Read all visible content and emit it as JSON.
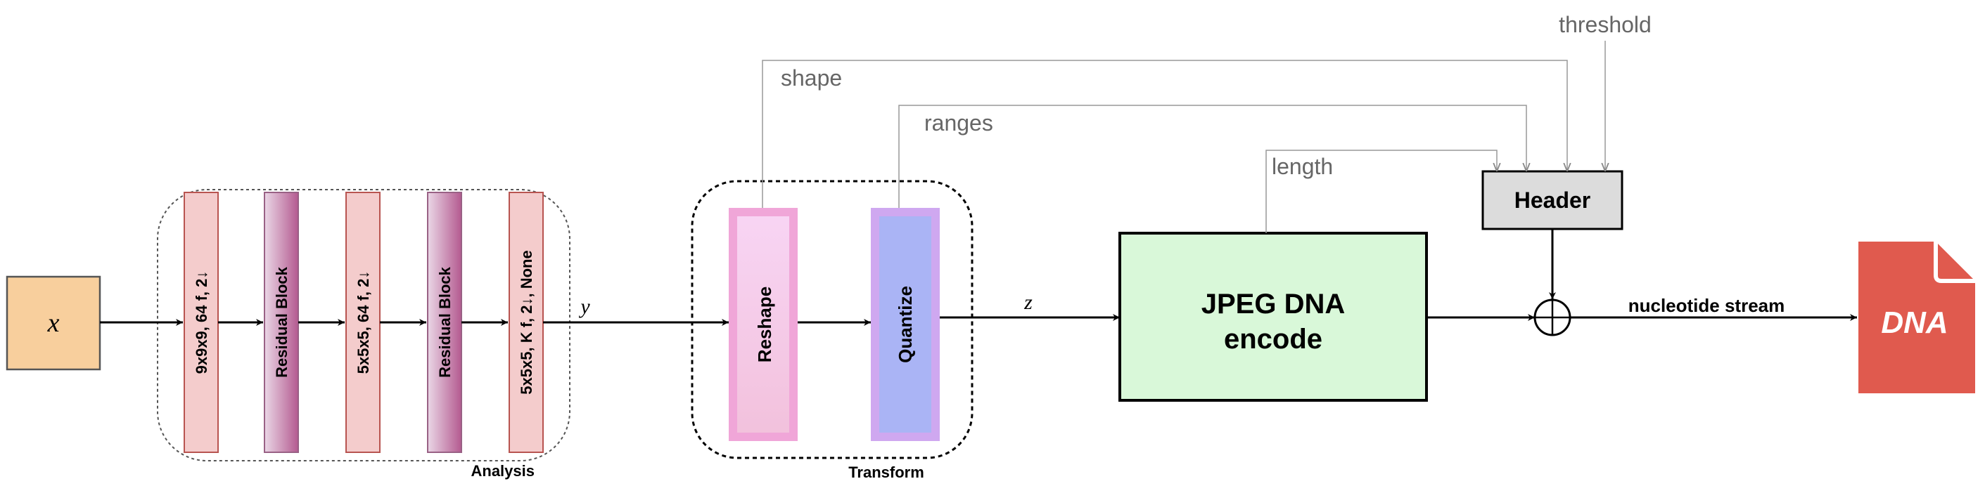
{
  "input": {
    "label": "x"
  },
  "analysis": {
    "caption": "Analysis",
    "layers": [
      "9x9x9, 64 f, 2↓",
      "Residual Block",
      "5x5x5, 64 f, 2↓",
      "Residual Block",
      "5x5x5, K f, 2↓, None"
    ]
  },
  "latent_y": "y",
  "transform": {
    "caption": "Transform",
    "reshape": "Reshape",
    "quantize": "Quantize"
  },
  "latent_z": "z",
  "encoder": {
    "line1": "JPEG DNA",
    "line2": "encode"
  },
  "header": {
    "label": "Header"
  },
  "side_info": {
    "shape": "shape",
    "ranges": "ranges",
    "length": "length",
    "threshold": "threshold"
  },
  "stream_label": "nucleotide stream",
  "output": {
    "label": "DNA"
  },
  "colors": {
    "input_fill": "#f8cf9d",
    "conv_fill": "#f4cccc",
    "conv_stroke": "#b85450",
    "resblock_stroke": "#996185",
    "reshape_fill": "#f3c6ea",
    "reshape_stroke": "#f0a6d8",
    "quantize_fill": "#aab4f5",
    "quantize_stroke": "#cfa8f0",
    "encoder_fill": "#d9f8d9",
    "header_fill": "#dcdcdc",
    "dna_fill": "#e05a4e",
    "side_line": "#999999"
  }
}
